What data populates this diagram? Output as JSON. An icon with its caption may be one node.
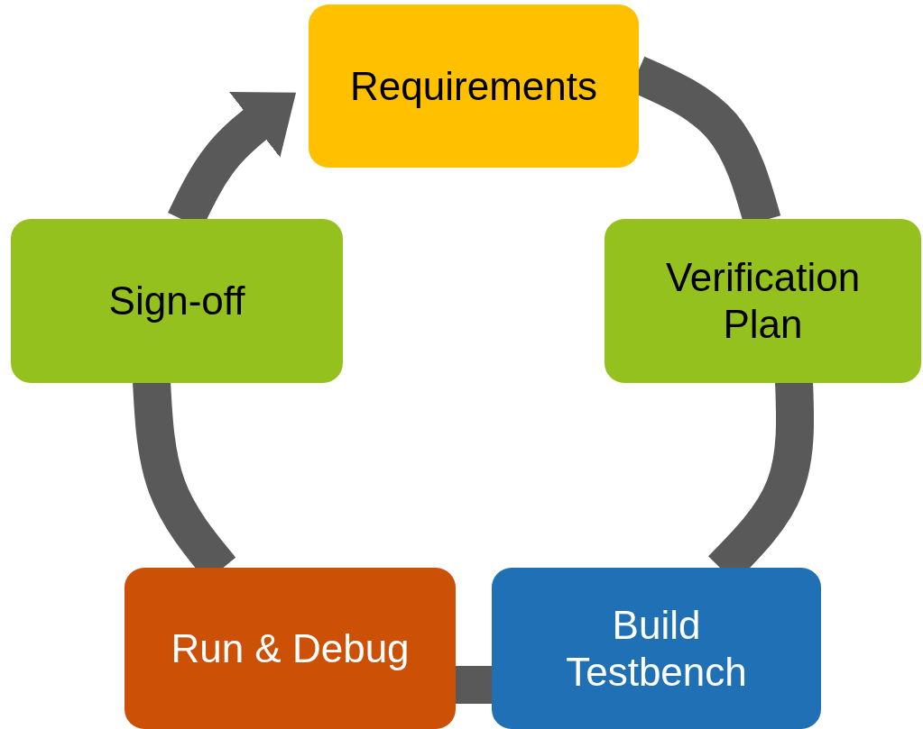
{
  "diagram": {
    "nodes": [
      {
        "text": [
          "Requirements"
        ]
      },
      {
        "text": [
          "Verification Plan"
        ]
      },
      {
        "text": [
          "Build Testbench"
        ]
      },
      {
        "text": [
          "Run & Debug"
        ]
      },
      {
        "text": [
          "Sign-off"
        ]
      }
    ],
    "edges": [
      {
        "from": 0,
        "to": 1,
        "arrow": "none"
      },
      {
        "from": 1,
        "to": 2,
        "arrow": "none"
      },
      {
        "from": 2,
        "to": 3,
        "arrow": "none"
      },
      {
        "from": 3,
        "to": 4,
        "arrow": "none"
      },
      {
        "from": 4,
        "to": 0,
        "arrow": "to"
      }
    ]
  }
}
